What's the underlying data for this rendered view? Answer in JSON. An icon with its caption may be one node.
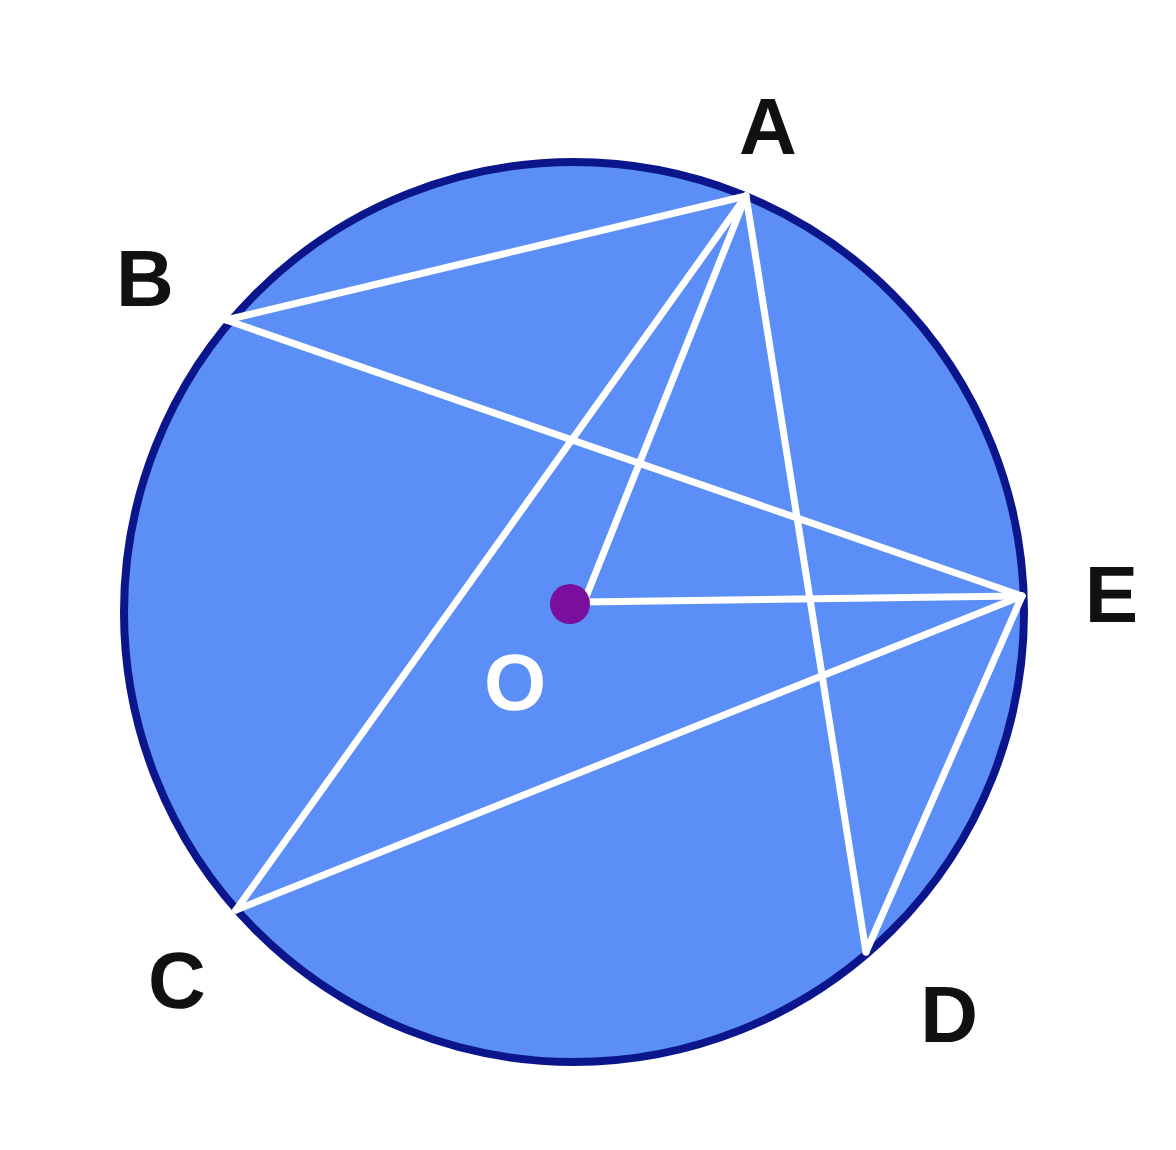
{
  "diagram": {
    "nodes": [
      {
        "text": [
          "A"
        ]
      },
      {
        "text": [
          "B"
        ]
      },
      {
        "text": [
          "E"
        ]
      },
      {
        "text": [
          "O"
        ]
      },
      {
        "text": [
          "C"
        ]
      },
      {
        "text": [
          "D"
        ]
      }
    ],
    "edges": [
      {
        "from": 0,
        "to": 1,
        "arrow": "none"
      },
      {
        "from": 1,
        "to": 2,
        "arrow": "none"
      },
      {
        "from": 0,
        "to": 4,
        "arrow": "none"
      },
      {
        "from": 0,
        "to": 3,
        "arrow": "none"
      },
      {
        "from": 0,
        "to": 5,
        "arrow": "none"
      },
      {
        "from": 3,
        "to": 2,
        "arrow": "none"
      },
      {
        "from": 4,
        "to": 2,
        "arrow": "none"
      },
      {
        "from": 2,
        "to": 5,
        "arrow": "none"
      }
    ]
  }
}
